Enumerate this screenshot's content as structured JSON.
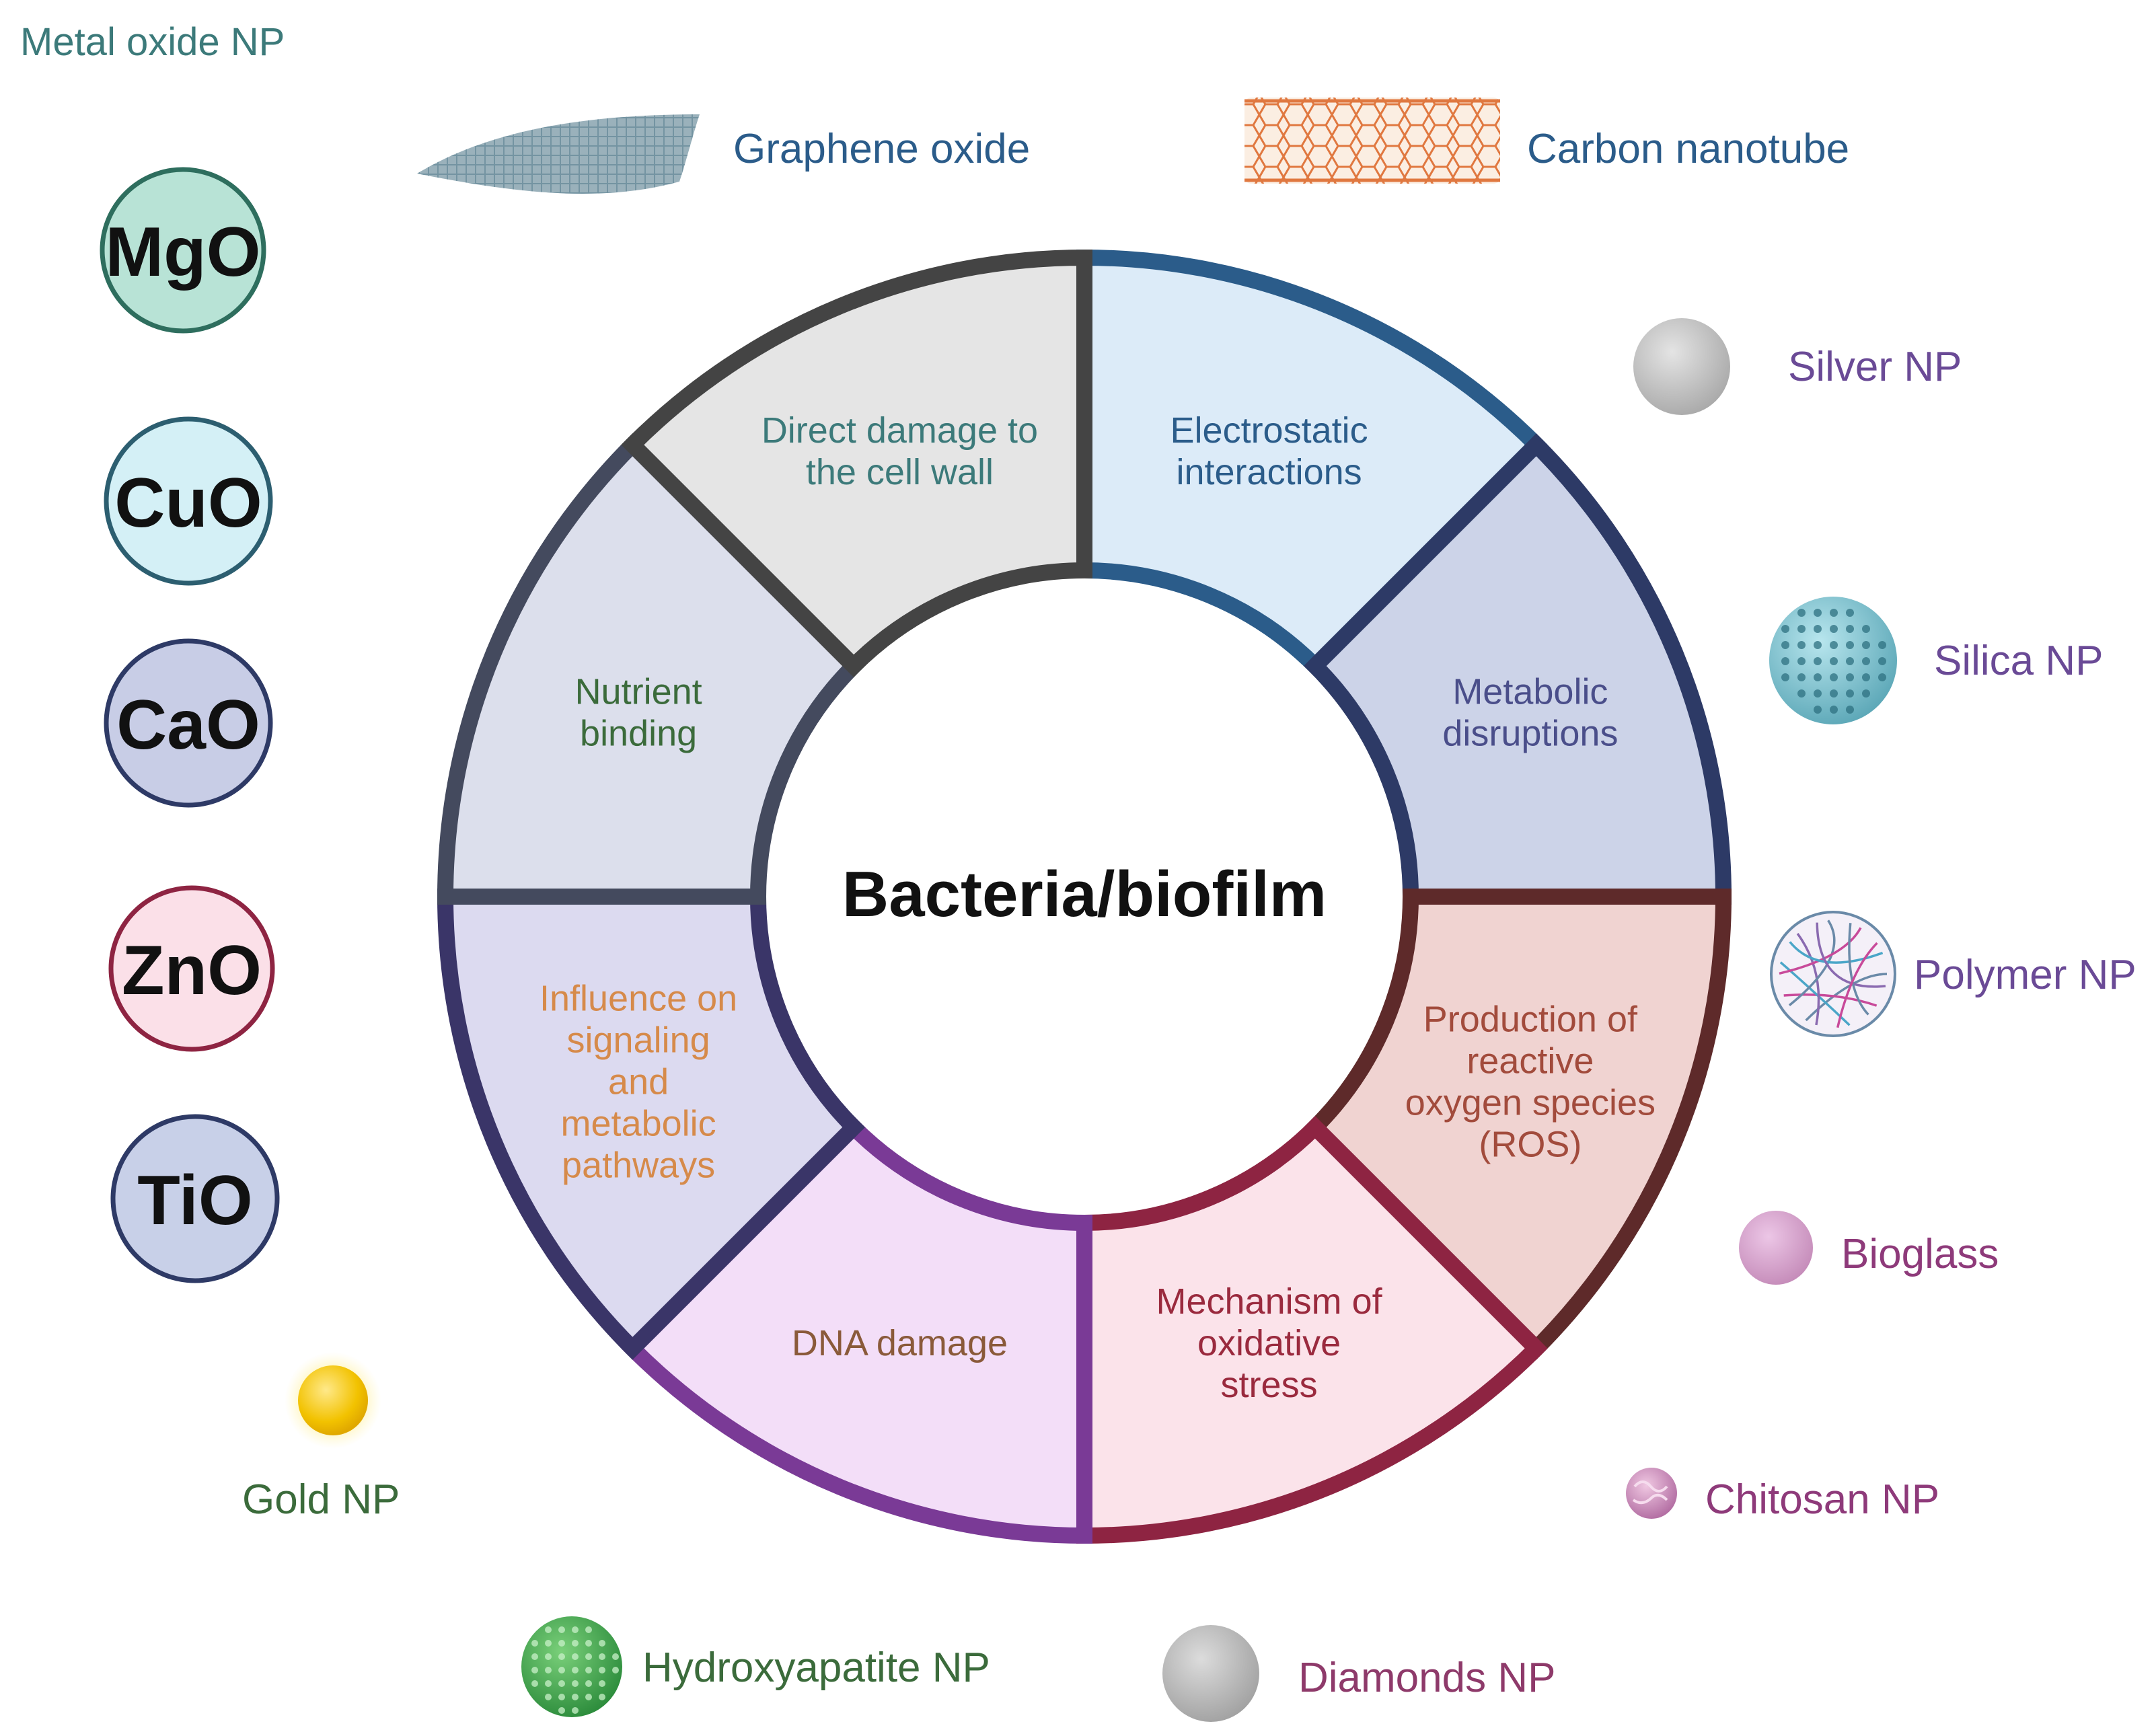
{
  "center_label": "Bacteria/biofilm",
  "metal_oxide_header": "Metal oxide NP",
  "segments": [
    {
      "key": "electrostatic",
      "lines": [
        "Electrostatic",
        "interactions"
      ],
      "fill": "#dcebf8",
      "stroke": "#2b5c8a",
      "text_color": "#2b5c8a"
    },
    {
      "key": "metabolic",
      "lines": [
        "Metabolic",
        "disruptions"
      ],
      "fill": "#ccd3e8",
      "stroke": "#2d3a66",
      "text_color": "#4a4e8a"
    },
    {
      "key": "ros",
      "lines": [
        "Production of",
        "reactive",
        "oxygen species",
        "(ROS)"
      ],
      "fill": "#f0d3d1",
      "stroke": "#5e2a2a",
      "text_color": "#a24b3c"
    },
    {
      "key": "oxidative",
      "lines": [
        "Mechanism of",
        "oxidative",
        "stress"
      ],
      "fill": "#fbe3ea",
      "stroke": "#8e2442",
      "text_color": "#9a2a3e"
    },
    {
      "key": "dna",
      "lines": [
        "DNA damage"
      ],
      "fill": "#f3def8",
      "stroke": "#7a3a96",
      "text_color": "#8a5a3a"
    },
    {
      "key": "signaling",
      "lines": [
        "Influence on",
        "signaling",
        "and",
        "metabolic",
        "pathways"
      ],
      "fill": "#dcdaf0",
      "stroke": "#3a3568",
      "text_color": "#d68a4a"
    },
    {
      "key": "nutrient",
      "lines": [
        "Nutrient",
        "binding"
      ],
      "fill": "#dcdfec",
      "stroke": "#444a5e",
      "text_color": "#3b6b3b"
    },
    {
      "key": "cellwall",
      "lines": [
        "Direct damage to",
        "the cell wall"
      ],
      "fill": "#e5e5e5",
      "stroke": "#444444",
      "text_color": "#3c7a7a"
    }
  ],
  "metal_oxides": [
    {
      "label": "MgO",
      "fill": "#b8e3d6",
      "stroke": "#2e6e5e"
    },
    {
      "label": "CuO",
      "fill": "#d4f0f6",
      "stroke": "#2c5e70"
    },
    {
      "label": "CaO",
      "fill": "#c8cde6",
      "stroke": "#2e3a66"
    },
    {
      "label": "ZnO",
      "fill": "#fbe0e8",
      "stroke": "#8e2442"
    },
    {
      "label": "TiO",
      "fill": "#c8d0e8",
      "stroke": "#2e3a66"
    }
  ],
  "nanomaterials": {
    "graphene": {
      "label": "Graphene oxide",
      "color": "#2b5c8a"
    },
    "nanotube": {
      "label": "Carbon nanotube",
      "color": "#2b5c8a"
    },
    "silver": {
      "label": "Silver NP",
      "color": "#6a4a96"
    },
    "silica": {
      "label": "Silica NP",
      "color": "#6a4a96"
    },
    "polymer": {
      "label": "Polymer NP",
      "color": "#6a4a96"
    },
    "bioglass": {
      "label": "Bioglass",
      "color": "#8e3a7a"
    },
    "chitosan": {
      "label": "Chitosan NP",
      "color": "#8e3a7a"
    },
    "diamonds": {
      "label": "Diamonds NP",
      "color": "#8e3a6a"
    },
    "hydroxyapatite": {
      "label": "Hydroxyapatite NP",
      "color": "#3b6b3b"
    },
    "gold": {
      "label": "Gold NP",
      "color": "#3b6b3b"
    }
  },
  "colors": {
    "header": "#3c7a7a",
    "center_text": "#111111"
  }
}
